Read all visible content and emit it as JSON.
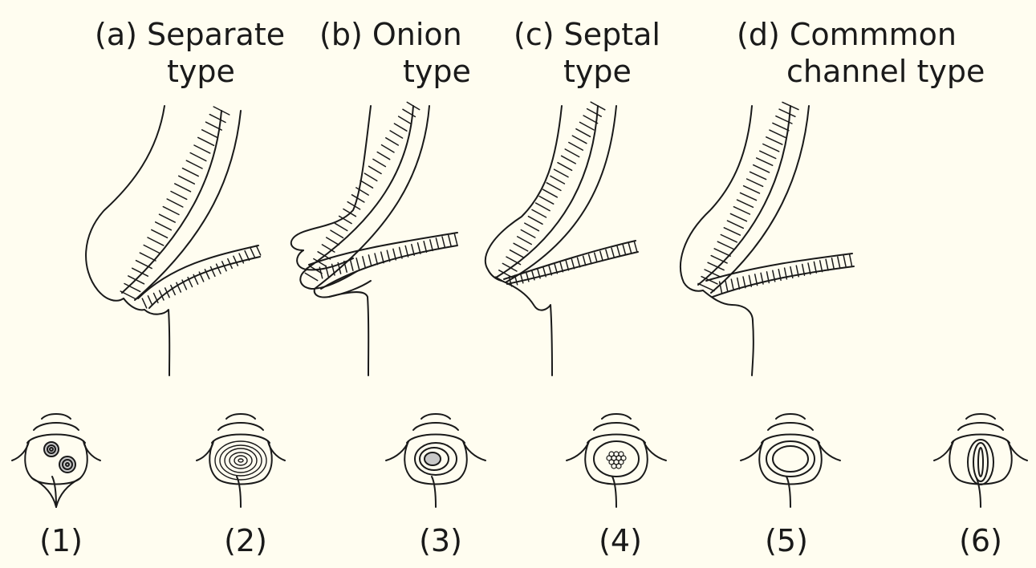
{
  "captions": {
    "a": {
      "line1": "(a) Separate",
      "line2": "type"
    },
    "b": {
      "line1": "(b) Onion",
      "line2": "type"
    },
    "c": {
      "line1": "(c) Septal",
      "line2": "type"
    },
    "d": {
      "line1": "(d) Commmon",
      "line2": "channel type"
    }
  },
  "numbers": [
    "(1)",
    "(2)",
    "(3)",
    "(4)",
    "(5)",
    "(6)"
  ],
  "colors": {
    "background": "#fffdf0",
    "ink": "#1a1a1a"
  }
}
